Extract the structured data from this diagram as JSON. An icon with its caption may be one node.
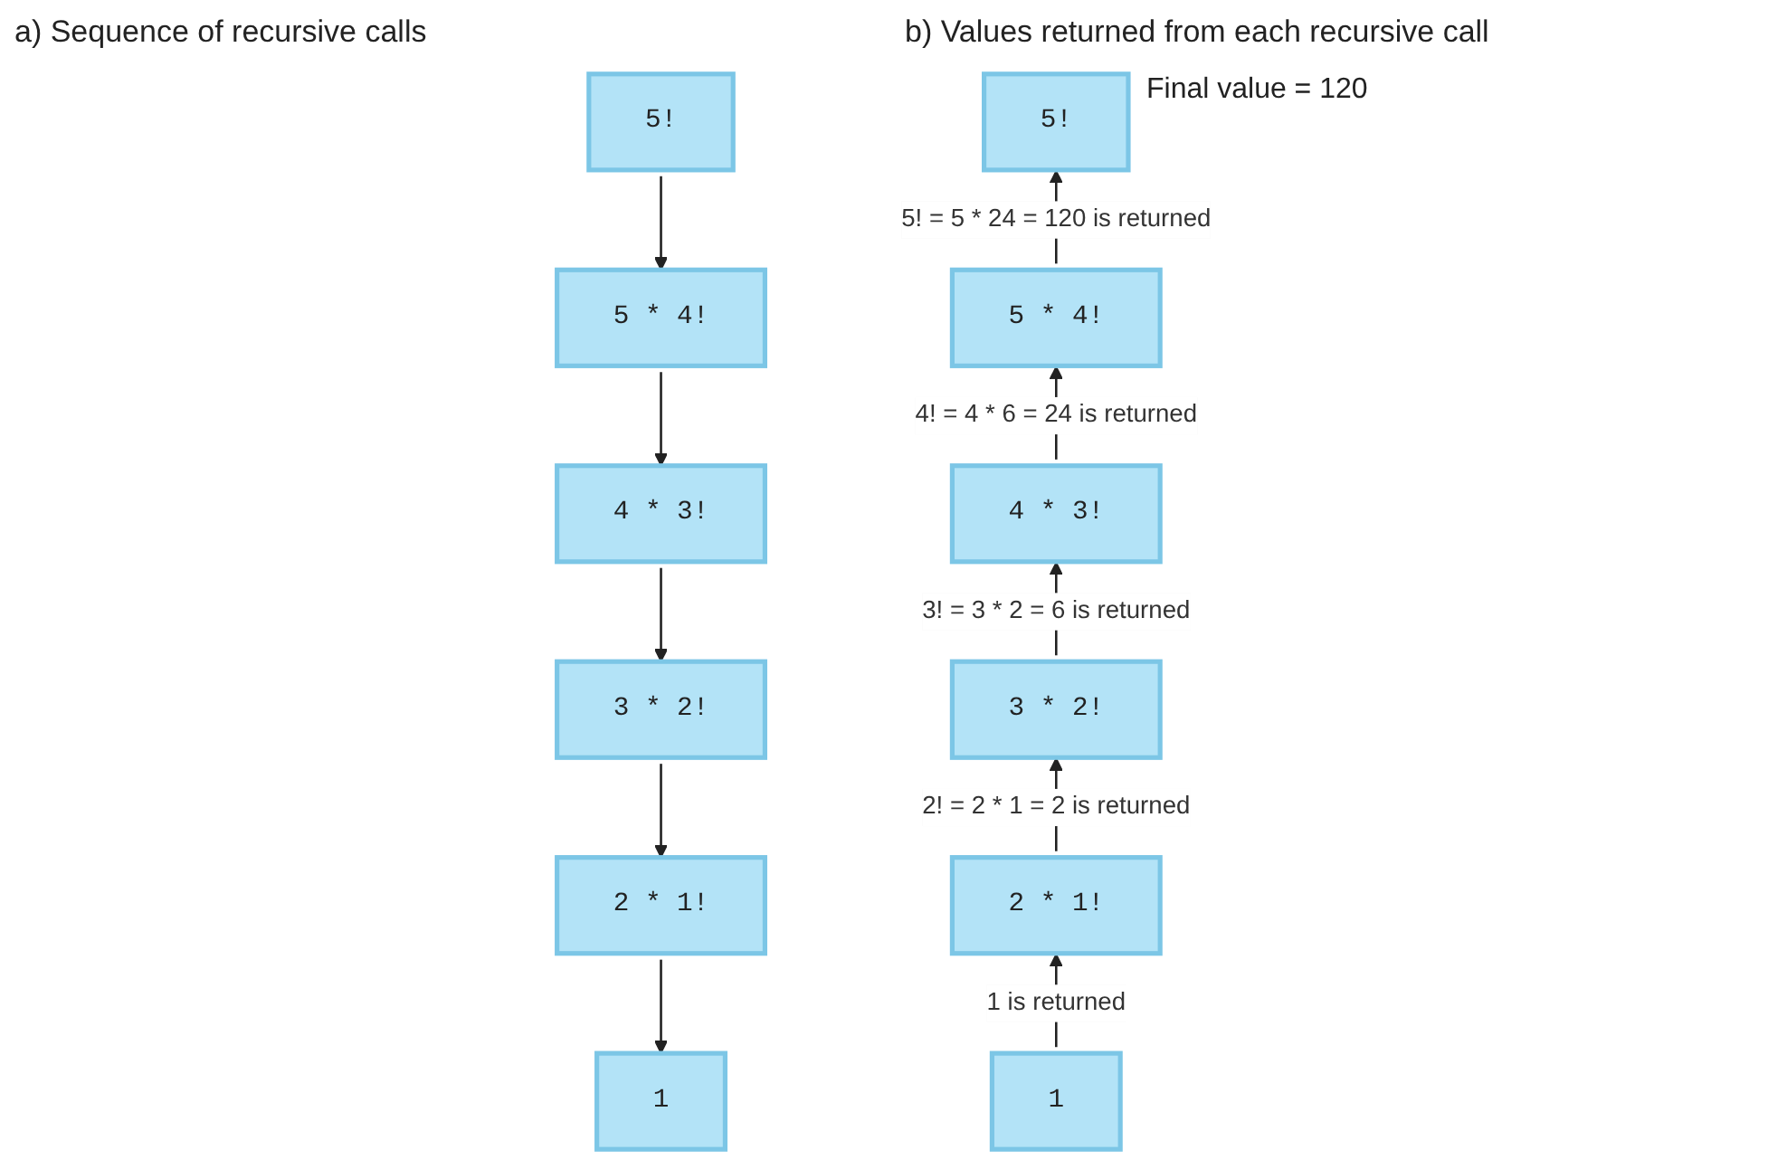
{
  "diagram": {
    "nodes": [
      {
        "text": [
          "5!"
        ]
      },
      {
        "text": [
          "5 * 4!"
        ]
      },
      {
        "text": [
          "4 * 3!"
        ]
      },
      {
        "text": [
          "3 * 2!"
        ]
      },
      {
        "text": [
          "2 * 1!"
        ]
      },
      {
        "text": [
          "1"
        ]
      },
      {
        "text": [
          "5!"
        ],
        "beside": [
          "Final value = 120"
        ]
      },
      {
        "text": [
          "5 * 4!"
        ]
      },
      {
        "text": [
          "4 * 3!"
        ]
      },
      {
        "text": [
          "3 * 2!"
        ]
      },
      {
        "text": [
          "2 * 1!"
        ]
      },
      {
        "text": [
          "1"
        ]
      }
    ],
    "edges": [
      {
        "from": 0,
        "to": 1,
        "arrow": "to"
      },
      {
        "from": 1,
        "to": 2,
        "arrow": "to"
      },
      {
        "from": 2,
        "to": 3,
        "arrow": "to"
      },
      {
        "from": 3,
        "to": 4,
        "arrow": "to"
      },
      {
        "from": 4,
        "to": 5,
        "arrow": "to"
      },
      {
        "from": 7,
        "to": 6,
        "arrow": "to",
        "label": "5! = 5 * 24 = 120 is returned"
      },
      {
        "from": 8,
        "to": 7,
        "arrow": "to",
        "label": "4! = 4 * 6 = 24 is returned"
      },
      {
        "from": 9,
        "to": 8,
        "arrow": "to",
        "label": "3! = 3 * 2 = 6 is returned"
      },
      {
        "from": 10,
        "to": 9,
        "arrow": "to",
        "label": "2! = 2 * 1 = 2 is returned"
      },
      {
        "from": 11,
        "to": 10,
        "arrow": "to",
        "label": "1 is returned"
      }
    ],
    "labels": [
      "a) Sequence of recursive calls",
      "b) Values returned from each recursive call"
    ]
  }
}
